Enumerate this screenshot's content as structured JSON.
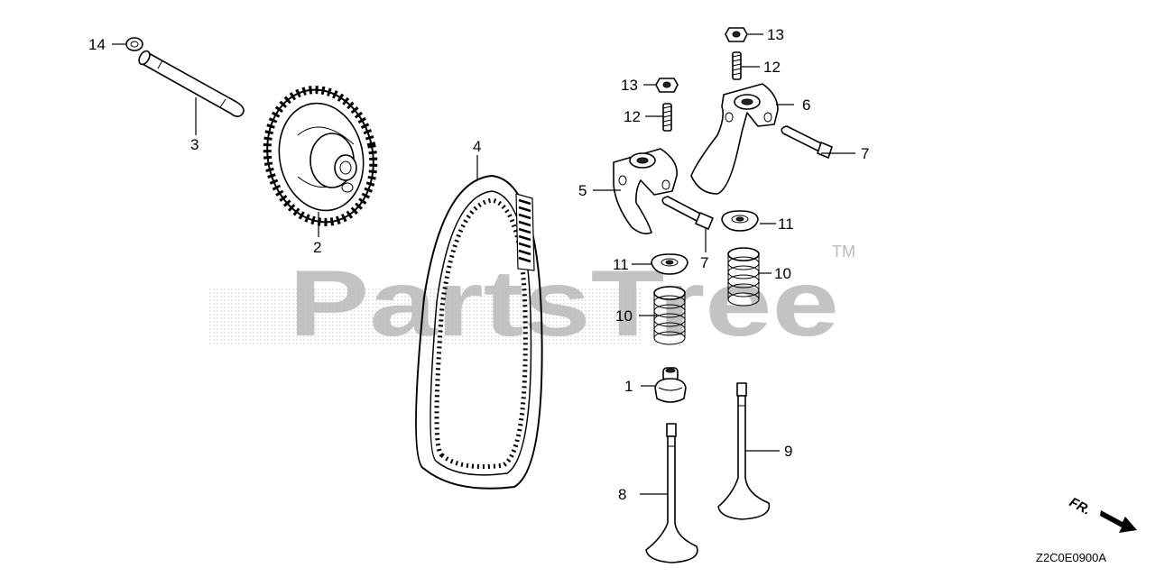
{
  "watermark": {
    "text": "PartsTree",
    "trademark": "TM"
  },
  "diagram_code": "Z2C0E0900A",
  "front_indicator": "FR.",
  "callouts": [
    {
      "id": "c1",
      "label": "1"
    },
    {
      "id": "c2",
      "label": "2"
    },
    {
      "id": "c3",
      "label": "3"
    },
    {
      "id": "c4",
      "label": "4"
    },
    {
      "id": "c5",
      "label": "5"
    },
    {
      "id": "c6",
      "label": "6"
    },
    {
      "id": "c7a",
      "label": "7"
    },
    {
      "id": "c7b",
      "label": "7"
    },
    {
      "id": "c8",
      "label": "8"
    },
    {
      "id": "c9",
      "label": "9"
    },
    {
      "id": "c10a",
      "label": "10"
    },
    {
      "id": "c10b",
      "label": "10"
    },
    {
      "id": "c11a",
      "label": "11"
    },
    {
      "id": "c11b",
      "label": "11"
    },
    {
      "id": "c12a",
      "label": "12"
    },
    {
      "id": "c12b",
      "label": "12"
    },
    {
      "id": "c13a",
      "label": "13"
    },
    {
      "id": "c13b",
      "label": "13"
    },
    {
      "id": "c14",
      "label": "14"
    }
  ]
}
